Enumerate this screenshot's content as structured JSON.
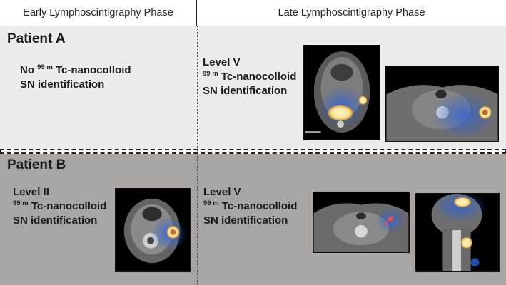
{
  "headers": {
    "early": "Early Lymphoscintigraphy Phase",
    "late": "Late Lymphoscintigraphy Phase"
  },
  "patient_a": {
    "label": "Patient A",
    "early": {
      "line1_prefix": "No",
      "line1_sup": "99 m",
      "line1_suffix": "Tc-nanocolloid",
      "line2": "SN identification"
    },
    "late": {
      "line1": "Level V",
      "line2_sup": "99 m",
      "line2_suffix": "Tc-nanocolloid",
      "line3": "SN identification"
    }
  },
  "patient_b": {
    "label": "Patient B",
    "early": {
      "line1": "Level II",
      "line2_sup": "99 m",
      "line2_suffix": "Tc-nanocolloid",
      "line3": "SN identification"
    },
    "late": {
      "line1": "Level V",
      "line2_sup": "99 m",
      "line2_suffix": "Tc-nanocolloid",
      "line3": "SN identification"
    }
  },
  "colors": {
    "row_a_bg": "#ececec",
    "row_b_bg": "#a8a5a3",
    "uptake_hot": "#f4e49a",
    "uptake_glow": "#2f63d6"
  }
}
